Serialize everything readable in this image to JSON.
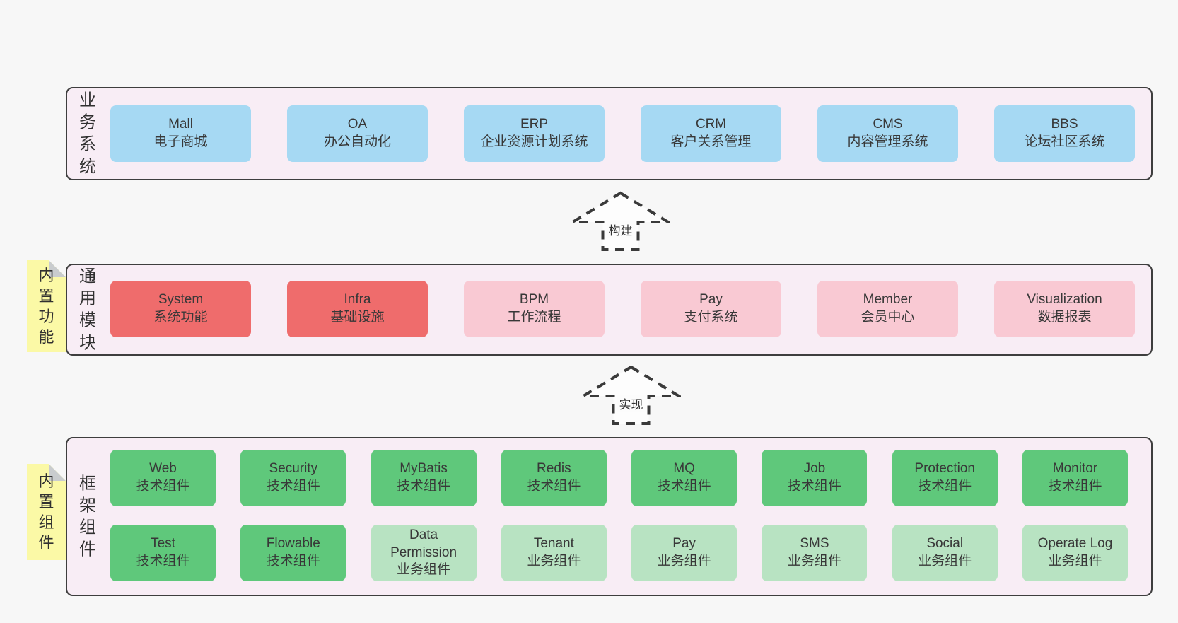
{
  "colors": {
    "page_bg": "#f7f7f7",
    "band_bg": "#f8edf5",
    "band_border": "#3e3e3e",
    "blue": "#a6d9f3",
    "red": "#ef6c6c",
    "pink": "#f9c9d3",
    "green": "#5fc87b",
    "light_green": "#b8e3c2",
    "sticky_yellow": "#fbf9a6",
    "sticky_fold": "#c9ccce",
    "text": "#383838"
  },
  "bands": [
    {
      "side_label": "业务系统",
      "items": [
        {
          "en": "Mall",
          "zh": "电子商城"
        },
        {
          "en": "OA",
          "zh": "办公自动化"
        },
        {
          "en": "ERP",
          "zh": "企业资源计划系统"
        },
        {
          "en": "CRM",
          "zh": "客户关系管理"
        },
        {
          "en": "CMS",
          "zh": "内容管理系统"
        },
        {
          "en": "BBS",
          "zh": "论坛社区系统"
        }
      ]
    },
    {
      "side_label": "通用模块",
      "sticky": "内置功能",
      "items": [
        {
          "en": "System",
          "zh": "系统功能"
        },
        {
          "en": "Infra",
          "zh": "基础设施"
        },
        {
          "en": "BPM",
          "zh": "工作流程"
        },
        {
          "en": "Pay",
          "zh": "支付系统"
        },
        {
          "en": "Member",
          "zh": "会员中心"
        },
        {
          "en": "Visualization",
          "zh": "数据报表"
        }
      ]
    },
    {
      "side_label": "框架组件",
      "sticky": "内置组件",
      "rows": [
        [
          {
            "en": "Web",
            "zh": "技术组件"
          },
          {
            "en": "Security",
            "zh": "技术组件"
          },
          {
            "en": "MyBatis",
            "zh": "技术组件"
          },
          {
            "en": "Redis",
            "zh": "技术组件"
          },
          {
            "en": "MQ",
            "zh": "技术组件"
          },
          {
            "en": "Job",
            "zh": "技术组件"
          },
          {
            "en": "Protection",
            "zh": "技术组件"
          },
          {
            "en": "Monitor",
            "zh": "技术组件"
          }
        ],
        [
          {
            "en": "Test",
            "zh": "技术组件"
          },
          {
            "en": "Flowable",
            "zh": "技术组件"
          },
          {
            "en": "Data Permission",
            "zh": "业务组件"
          },
          {
            "en": "Tenant",
            "zh": "业务组件"
          },
          {
            "en": "Pay",
            "zh": "业务组件"
          },
          {
            "en": "SMS",
            "zh": "业务组件"
          },
          {
            "en": "Social",
            "zh": "业务组件"
          },
          {
            "en": "Operate Log",
            "zh": "业务组件"
          }
        ]
      ]
    }
  ],
  "arrows": [
    {
      "label": "构建"
    },
    {
      "label": "实现"
    }
  ]
}
